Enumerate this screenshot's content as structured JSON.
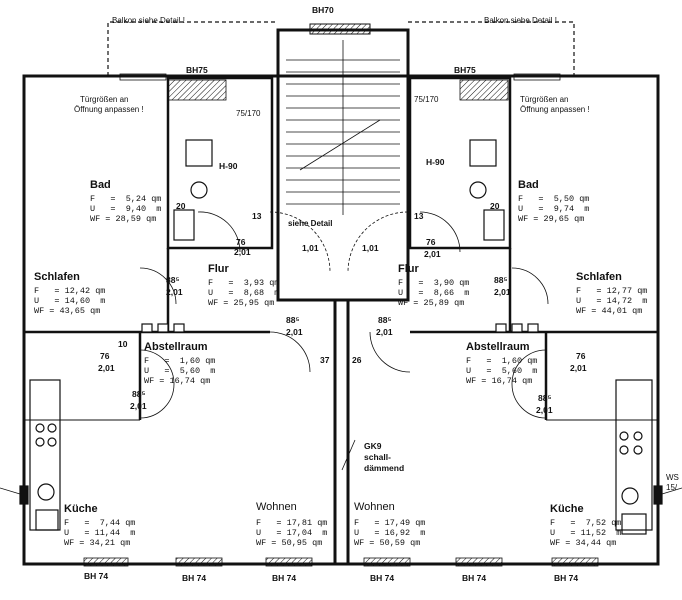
{
  "top": {
    "bh_top": "BH70",
    "balcony_left": "Balkon siehe Detail !",
    "balcony_right": "Balkon siehe Detail !",
    "bh_left": "BH75",
    "bh_right": "BH75"
  },
  "stairs": {
    "detail": "siehe Detail",
    "dim_left": "1,01",
    "dim_right": "1,01"
  },
  "left": {
    "door_note_1": "Türgrößen an",
    "door_note_2": "Öffnung anpassen !",
    "bad": {
      "name": "Bad",
      "f": "F   =  5,24 qm",
      "u": "U   =  9,40  m",
      "wf": "WF = 28,59 qm"
    },
    "h90": "H-90",
    "bad_small": "75/170",
    "schlafen": {
      "name": "Schlafen",
      "f": "F   = 12,42 qm",
      "u": "U   = 14,60  m",
      "wf": "WF = 43,65 qm"
    },
    "flur": {
      "name": "Flur",
      "f": "F   =  3,93 qm",
      "u": "U   =  8,68  m",
      "wf": "WF = 25,95 qm"
    },
    "abstell": {
      "name": "Abstellraum",
      "f": "F   =  1,60 qm",
      "u": "U   =  5,60  m",
      "wf": "WF = 16,74 qm"
    },
    "kueche": {
      "name": "Küche",
      "f": "F   =  7,44 qm",
      "u": "U   = 11,44  m",
      "wf": "WF = 34,21 qm"
    },
    "wohnen": {
      "name": "Wohnen",
      "f": "F   = 17,81 qm",
      "u": "U   = 17,04  m",
      "wf": "WF = 50,95 qm"
    },
    "d_76": "76",
    "d_201a": "2,01",
    "d_88a": "88⁵",
    "d_201b": "2,01",
    "d_88b": "88⁵",
    "d_201c": "2,01",
    "d_13": "13",
    "d_20": "20",
    "d_10": "10",
    "d_76b": "76",
    "d_201d": "2,01",
    "d_88c": "88⁵",
    "d_201e": "2,01",
    "d_37": "37",
    "bh74_a": "BH 74",
    "bh74_b": "BH 74",
    "bh74_c": "BH 74"
  },
  "right": {
    "door_note_1": "Türgrößen an",
    "door_note_2": "Öffnung anpassen !",
    "bad": {
      "name": "Bad",
      "f": "F   =  5,50 qm",
      "u": "U   =  9,74  m",
      "wf": "WF = 29,65 qm"
    },
    "h90": "H-90",
    "bad_small": "75/170",
    "schlafen": {
      "name": "Schlafen",
      "f": "F   = 12,77 qm",
      "u": "U   = 14,72  m",
      "wf": "WF = 44,01 qm"
    },
    "flur": {
      "name": "Flur",
      "f": "F   =  3,90 qm",
      "u": "U   =  8,66  m",
      "wf": "WF = 25,89 qm"
    },
    "abstell": {
      "name": "Abstellraum",
      "f": "F   =  1,60 qm",
      "u": "U   =  5,60  m",
      "wf": "WF = 16,74 qm"
    },
    "kueche": {
      "name": "Küche",
      "f": "F   =  7,52 qm",
      "u": "U   = 11,52  m",
      "wf": "WF = 34,44 qm"
    },
    "wohnen": {
      "name": "Wohnen",
      "f": "F   = 17,49 qm",
      "u": "U   = 16,92  m",
      "wf": "WF = 50,59 qm"
    },
    "d_76": "76",
    "d_201a": "2,01",
    "d_88a": "88⁵",
    "d_201b": "2,01",
    "d_88b": "88⁵",
    "d_201c": "2,01",
    "d_13": "13",
    "d_20": "20",
    "d_76b": "76",
    "d_201d": "2,01",
    "d_88c": "88⁵",
    "d_201e": "2,01",
    "d_26": "26",
    "bh74_a": "BH 74",
    "bh74_b": "BH 74",
    "bh74_c": "BH 74",
    "ws": "WS",
    "ws_num": "15/"
  },
  "wall_note": {
    "l1": "GK9",
    "l2": "schall-",
    "l3": "dämmend"
  }
}
